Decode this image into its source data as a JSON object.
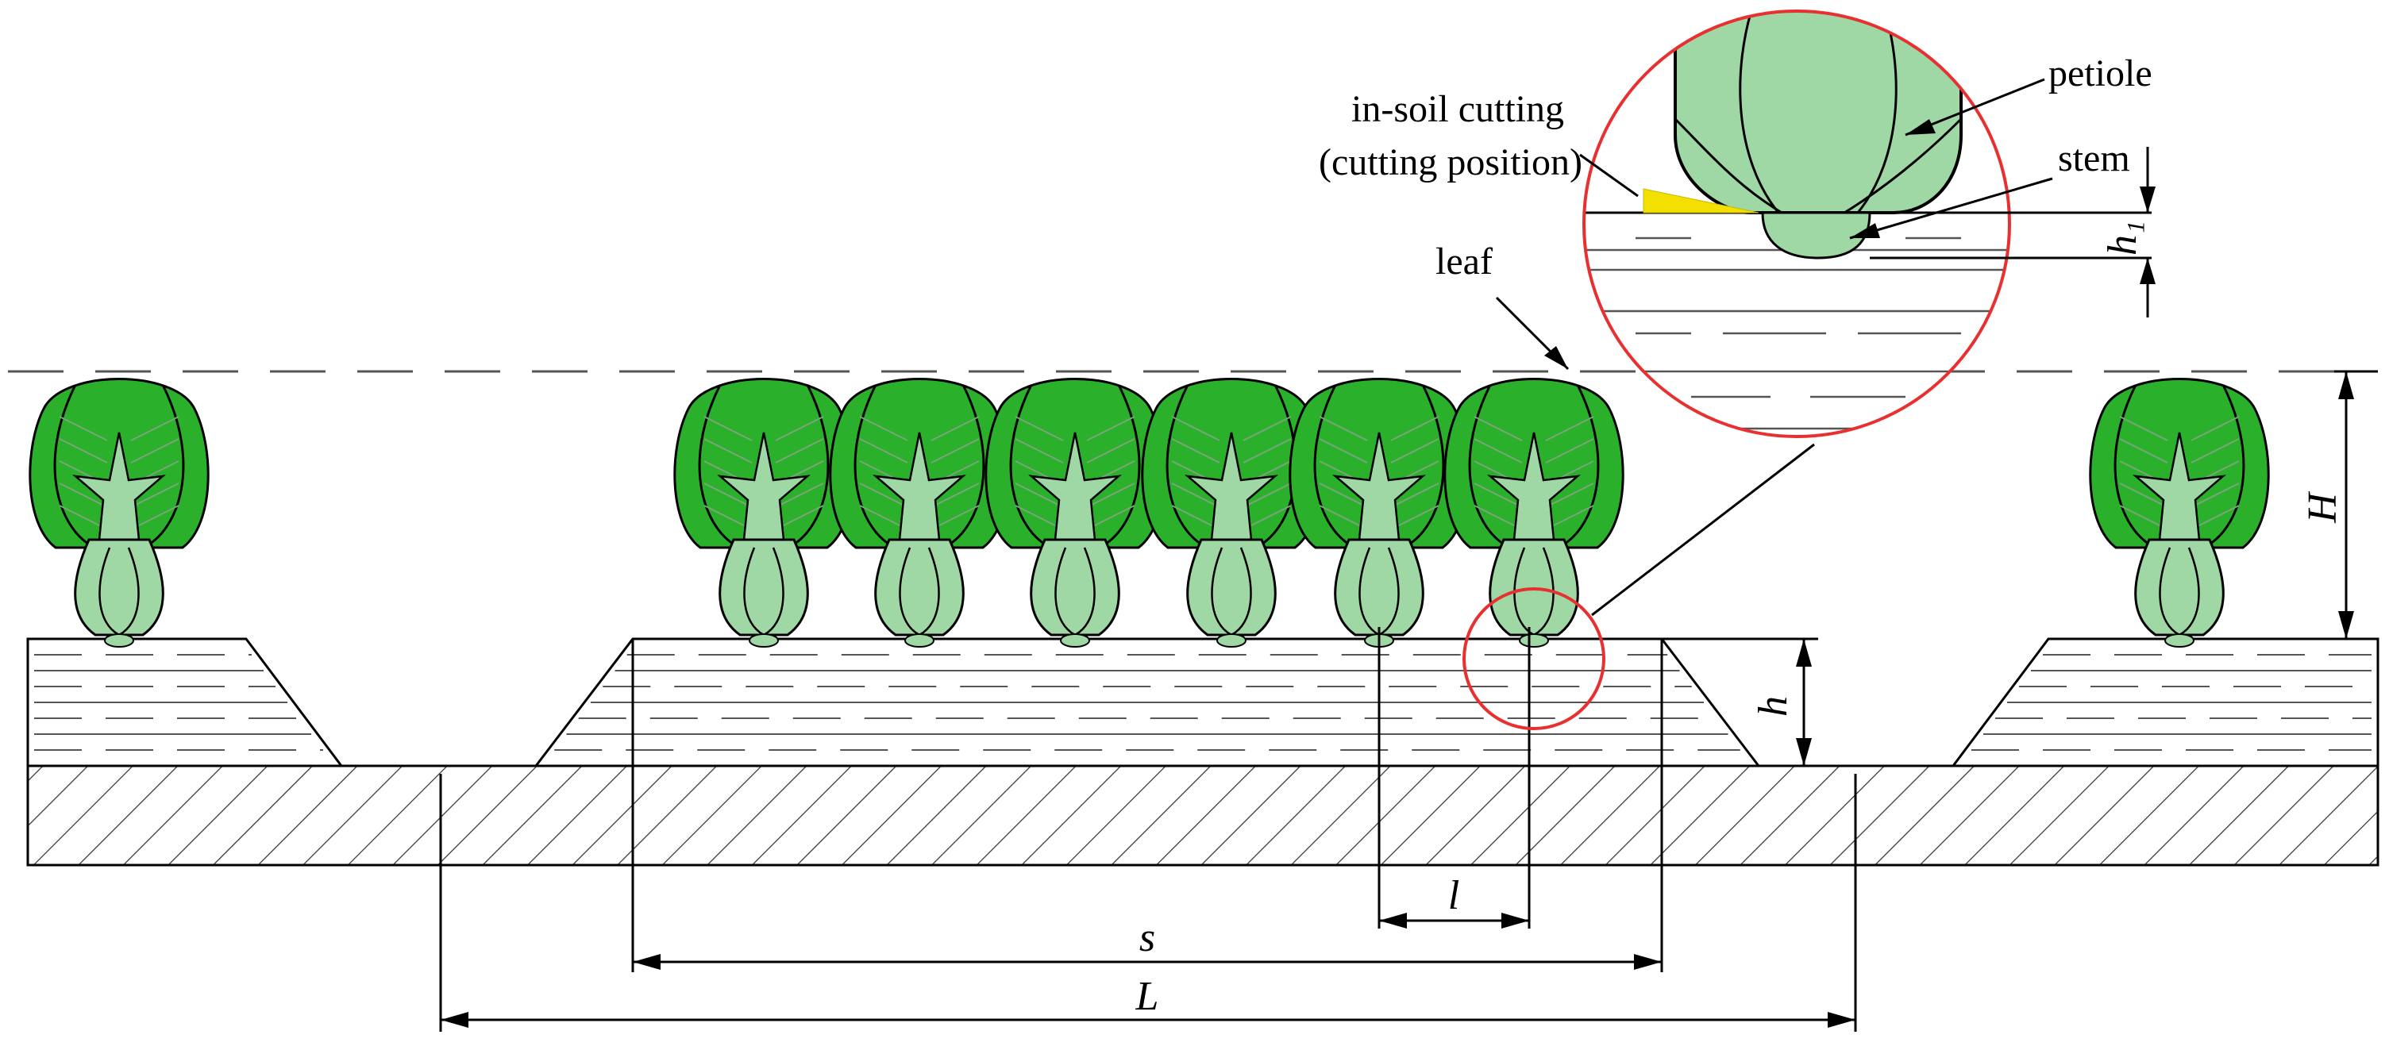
{
  "labels": {
    "in_soil_line1": "in-soil cutting",
    "in_soil_line2": "(cutting position)",
    "petiole": "petiole",
    "stem": "stem",
    "leaf": "leaf",
    "H": "H",
    "h": "h",
    "h1": "h₁",
    "l": "l",
    "s": "s",
    "L": "L"
  },
  "colors": {
    "leaf": "#2bb02b",
    "leaf_dark": "#1e8f1e",
    "petiole": "#9fd8a4",
    "cutter": "#f4e000",
    "detail_circle": "#e83030",
    "vein": "#7aa47a"
  }
}
